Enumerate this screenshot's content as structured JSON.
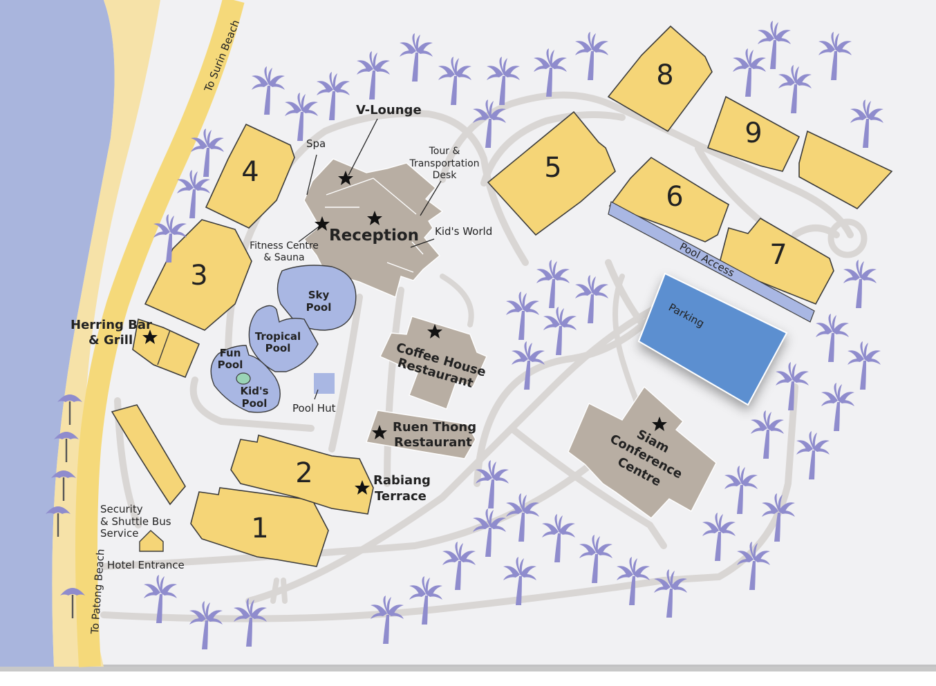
{
  "map": {
    "colors": {
      "sea": "#a9b5dd",
      "sand": "#f6e2a8",
      "road": "#f5d97a",
      "ground": "#f1f1f3",
      "path": "#d9d6d4",
      "building": "#f5d577",
      "facility": "#b8aea3",
      "pool": "#a9b7e3",
      "parking": "#5b8fd0",
      "tree": "#8f8ccd"
    },
    "roads": {
      "north": "To Surin Beach",
      "south": "To Patong Beach"
    },
    "buildings": [
      {
        "id": "b1",
        "label": "1"
      },
      {
        "id": "b2",
        "label": "2"
      },
      {
        "id": "b3",
        "label": "3"
      },
      {
        "id": "b4",
        "label": "4"
      },
      {
        "id": "b5",
        "label": "5"
      },
      {
        "id": "b6",
        "label": "6"
      },
      {
        "id": "b7",
        "label": "7"
      },
      {
        "id": "b8",
        "label": "8"
      },
      {
        "id": "b9",
        "label": "9"
      }
    ],
    "facilities": {
      "reception": "Reception",
      "v_lounge": "V-Lounge",
      "spa": "Spa",
      "tour_desk": [
        "Tour &",
        "Transportation",
        "Desk"
      ],
      "kids_world": "Kid's World",
      "fitness": [
        "Fitness Centre",
        "& Sauna"
      ],
      "herring": [
        "Herring Bar",
        "& Grill"
      ],
      "coffee_house": [
        "Coffee House",
        "Restaurant"
      ],
      "ruen_thong": [
        "Ruen Thong",
        "Restaurant"
      ],
      "rabiang": [
        "Rabiang",
        "Terrace"
      ],
      "siam": [
        "Siam",
        "Conference",
        "Centre"
      ],
      "security": [
        "Security",
        "& Shuttle Bus",
        "Service"
      ],
      "hotel_entrance": "Hotel Entrance",
      "pool_hut": "Pool Hut",
      "pool_access": "Pool Access",
      "parking": "Parking"
    },
    "pools": {
      "sky": [
        "Sky",
        "Pool"
      ],
      "tropical": [
        "Tropical",
        "Pool"
      ],
      "fun": [
        "Fun",
        "Pool"
      ],
      "kids": [
        "Kid's",
        "Pool"
      ]
    }
  }
}
